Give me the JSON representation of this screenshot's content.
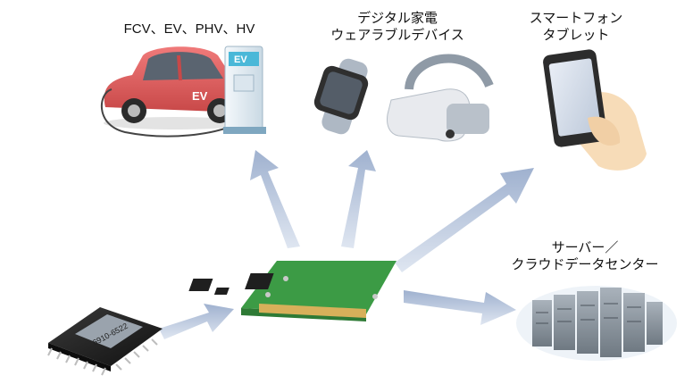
{
  "labels": {
    "ev": "FCV、EV、PHV、HV",
    "wearables_line1": "デジタル家電",
    "wearables_line2": "ウェアラブルデバイス",
    "smartphone_line1": "スマートフォン",
    "smartphone_line2": "タブレット",
    "server_line1": "サーバー／",
    "server_line2": "クラウドデータセンター"
  },
  "ev_badge": "EV",
  "car_badge": "EV",
  "chip_marking": "6910-6522",
  "colors": {
    "arrow": "#b7c5dc",
    "car": "#e26060",
    "pcb": "#4caf50",
    "phone": "#2c2c2c",
    "server": "#8a939c",
    "charger": "#4ab8d8"
  }
}
